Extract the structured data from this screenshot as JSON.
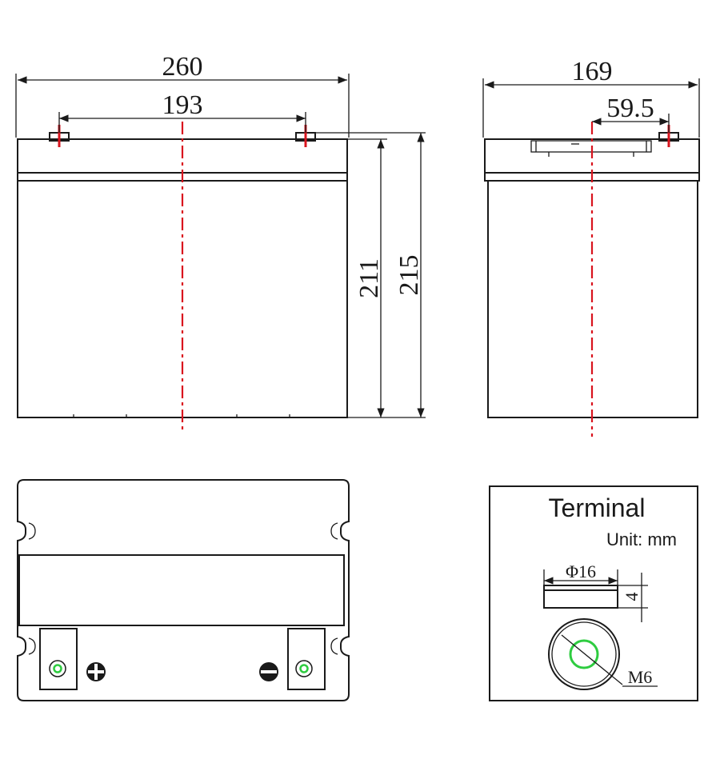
{
  "dimensions": {
    "front_width": "260",
    "terminal_spacing": "193",
    "height_case": "211",
    "height_total": "215",
    "side_width": "169",
    "side_offset": "59.5"
  },
  "terminal_box": {
    "title": "Terminal",
    "unit": "Unit: mm",
    "diameter": "Φ16",
    "thickness": "4",
    "bolt": "M6"
  },
  "colors": {
    "centerline": "#d9141e",
    "terminal_hole": "#2ecc40",
    "stroke": "#1a1a1a"
  }
}
